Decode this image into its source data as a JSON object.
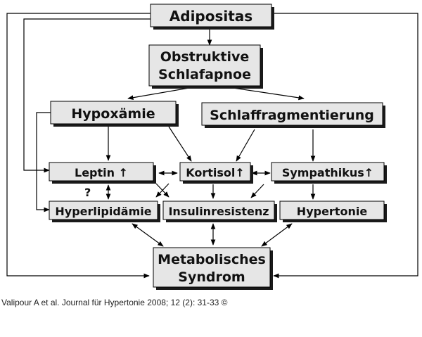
{
  "boxes": {
    "adipositas": "Adipositas",
    "osa_line1": "Obstruktive",
    "osa_line2": "Schlafapnoe",
    "hypoxaemie": "Hypoxämie",
    "schlaffragmentierung": "Schlaffragmentierung",
    "leptin": "Leptin ↑",
    "kortisol": "Kortisol↑",
    "sympathikus": "Sympathikus↑",
    "hyperlipidaemie": "Hyperlipidämie",
    "insulinresistenz": "Insulinresistenz",
    "hypertonie": "Hypertonie",
    "metabolic_line1": "Metabolisches",
    "metabolic_line2": "Syndrom"
  },
  "question_mark": "?",
  "citation": "Valipour A et al. Journal für Hypertonie 2008; 12 (2): 31-33 ©"
}
